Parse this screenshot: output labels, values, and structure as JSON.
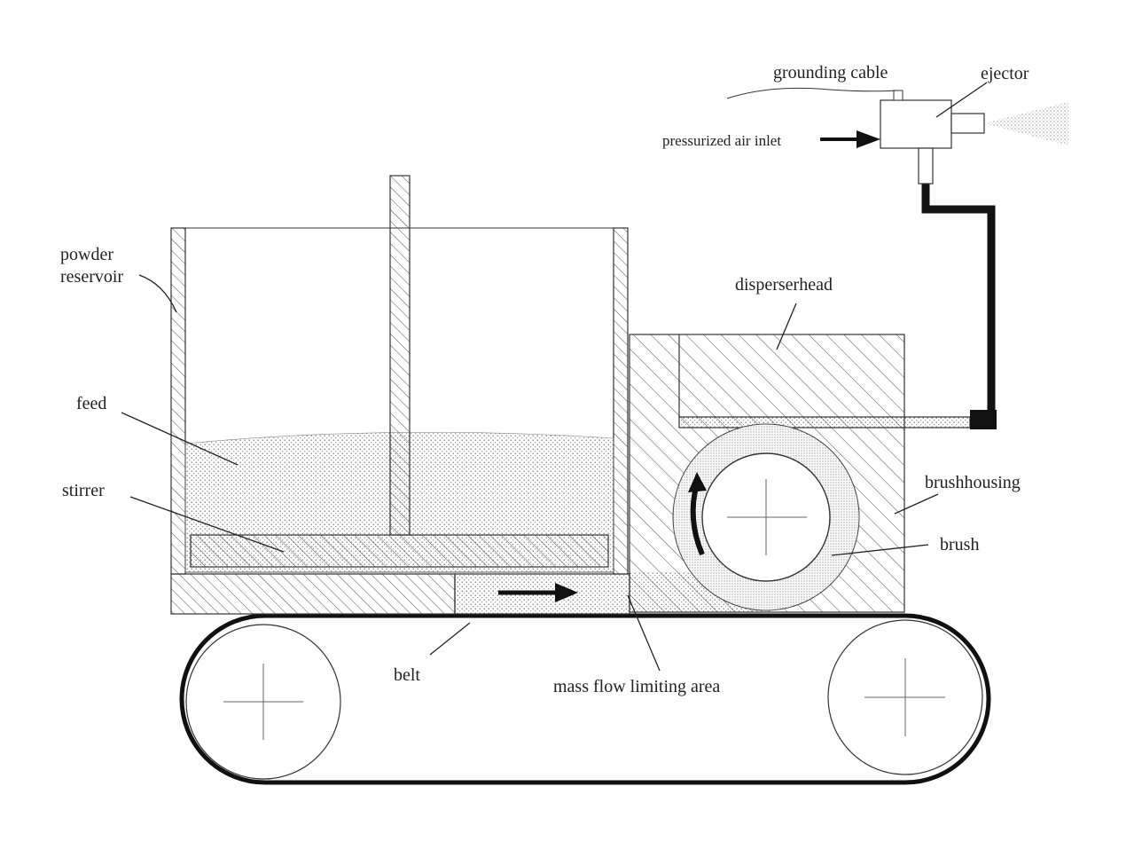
{
  "labels": {
    "grounding_cable": "grounding cable",
    "ejector": "ejector",
    "pressurized_air_inlet": "pressurized air inlet",
    "powder_reservoir_line1": "powder",
    "powder_reservoir_line2": "reservoir",
    "disperserhead": "disperserhead",
    "feed": "feed",
    "stirrer": "stirrer",
    "brushhousing": "brushhousing",
    "brush": "brush",
    "belt": "belt",
    "mass_flow_limiting_area": "mass flow limiting area"
  }
}
